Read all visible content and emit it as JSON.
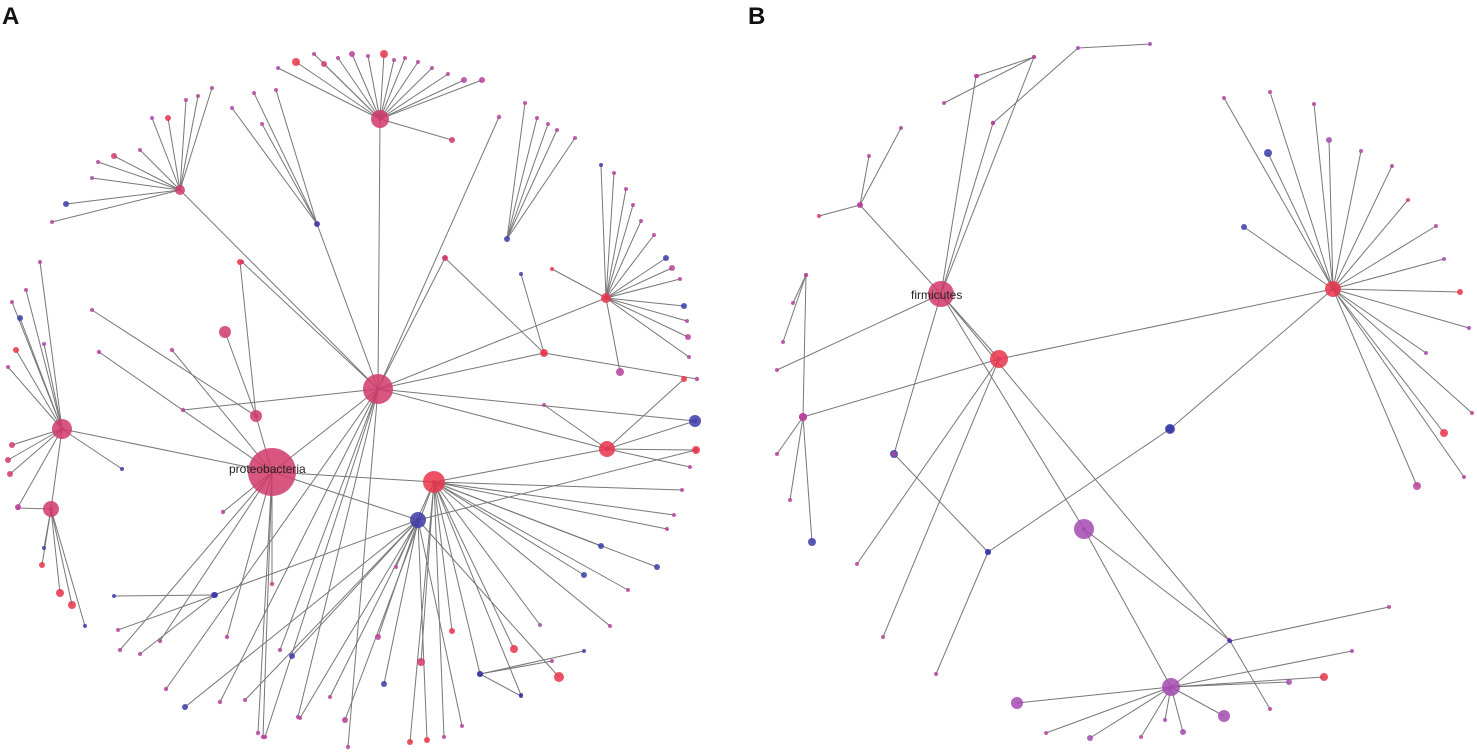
{
  "panels": [
    {
      "id": "A",
      "letter": "A",
      "labeled_node": "proteobacteria"
    },
    {
      "id": "B",
      "letter": "B",
      "labeled_node": "firmicutes"
    }
  ],
  "colors": {
    "red": "#e8344a",
    "pink": "#d13a6a",
    "magenta": "#b8429a",
    "purple": "#a44ab0",
    "blue": "#3b3ba8",
    "edge": "#777777"
  }
}
